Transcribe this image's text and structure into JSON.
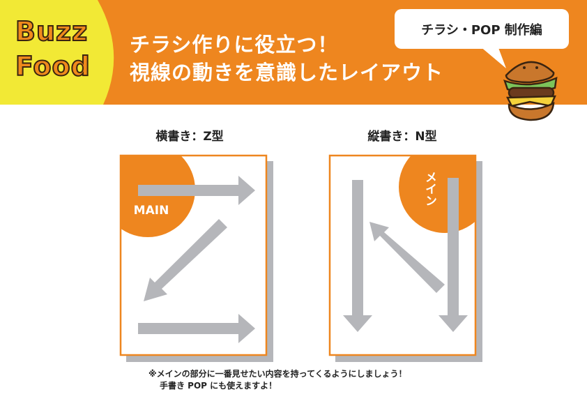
{
  "header": {
    "logo_line1": "Buzz",
    "logo_line2": "Food",
    "title_line1": "チラシ作りに役立つ！",
    "title_line2": "視線の動きを意識したレイアウト",
    "badge": "チラシ・POP 制作編",
    "mascot_icon": "hamburger-mascot-icon"
  },
  "diagrams": [
    {
      "title": "横書き：Z型",
      "label": "MAIN"
    },
    {
      "title": "縦書き：N型",
      "label": "メイン"
    }
  ],
  "note": {
    "line1": "※メインの部分に一番見せたい内容を持ってくるようにしましょう！",
    "line2": "手書き POP にも使えますよ！"
  },
  "colors": {
    "orange": "#ee861f",
    "yellow": "#f2e935",
    "arrow": "#b5b6ba",
    "shadow": "#b5b6ba"
  }
}
